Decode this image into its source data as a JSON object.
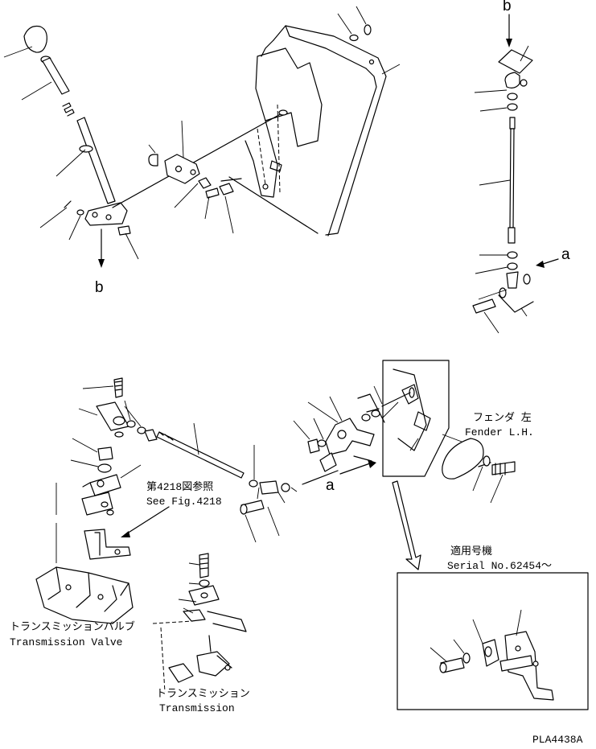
{
  "callouts": {
    "b_top": "b",
    "b_left": "b",
    "a_right": "a",
    "a_lower": "a"
  },
  "labels": {
    "fender_jp": "フェンダ 左",
    "fender_en": "Fender L.H.",
    "see_fig_jp": "第4218図参照",
    "see_fig_en": "See Fig.4218",
    "trans_valve_jp": "トランスミッションバルブ",
    "trans_valve_en": "Transmission Valve",
    "trans_jp": "トランスミッション",
    "trans_en": "Transmission",
    "serial_jp": "適用号機",
    "serial_en": "Serial No.62454～",
    "drawing_id": "PLA4438A"
  }
}
